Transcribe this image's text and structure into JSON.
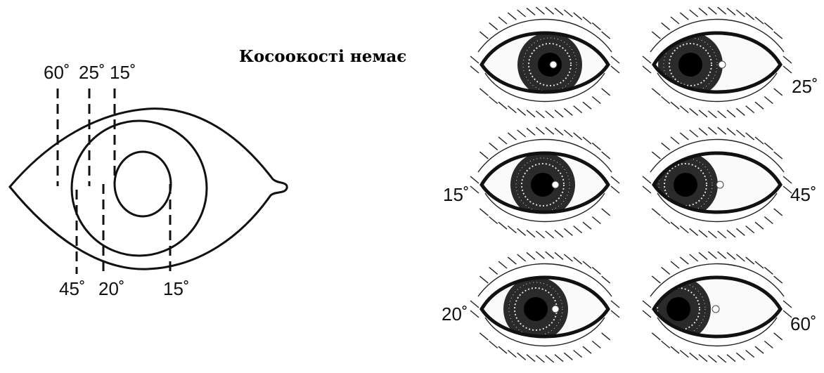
{
  "title": "Косоокості немає",
  "schematic": {
    "top_labels": [
      "60˚",
      "25˚",
      "15˚"
    ],
    "bottom_labels": [
      "45˚",
      "20˚",
      "15˚"
    ]
  },
  "eyes": [
    {
      "id": "center",
      "label": ""
    },
    {
      "id": "r25",
      "label": "25˚"
    },
    {
      "id": "l15",
      "label": "15˚"
    },
    {
      "id": "r45",
      "label": "45˚"
    },
    {
      "id": "l20",
      "label": "20˚"
    },
    {
      "id": "r60",
      "label": "60˚"
    }
  ]
}
